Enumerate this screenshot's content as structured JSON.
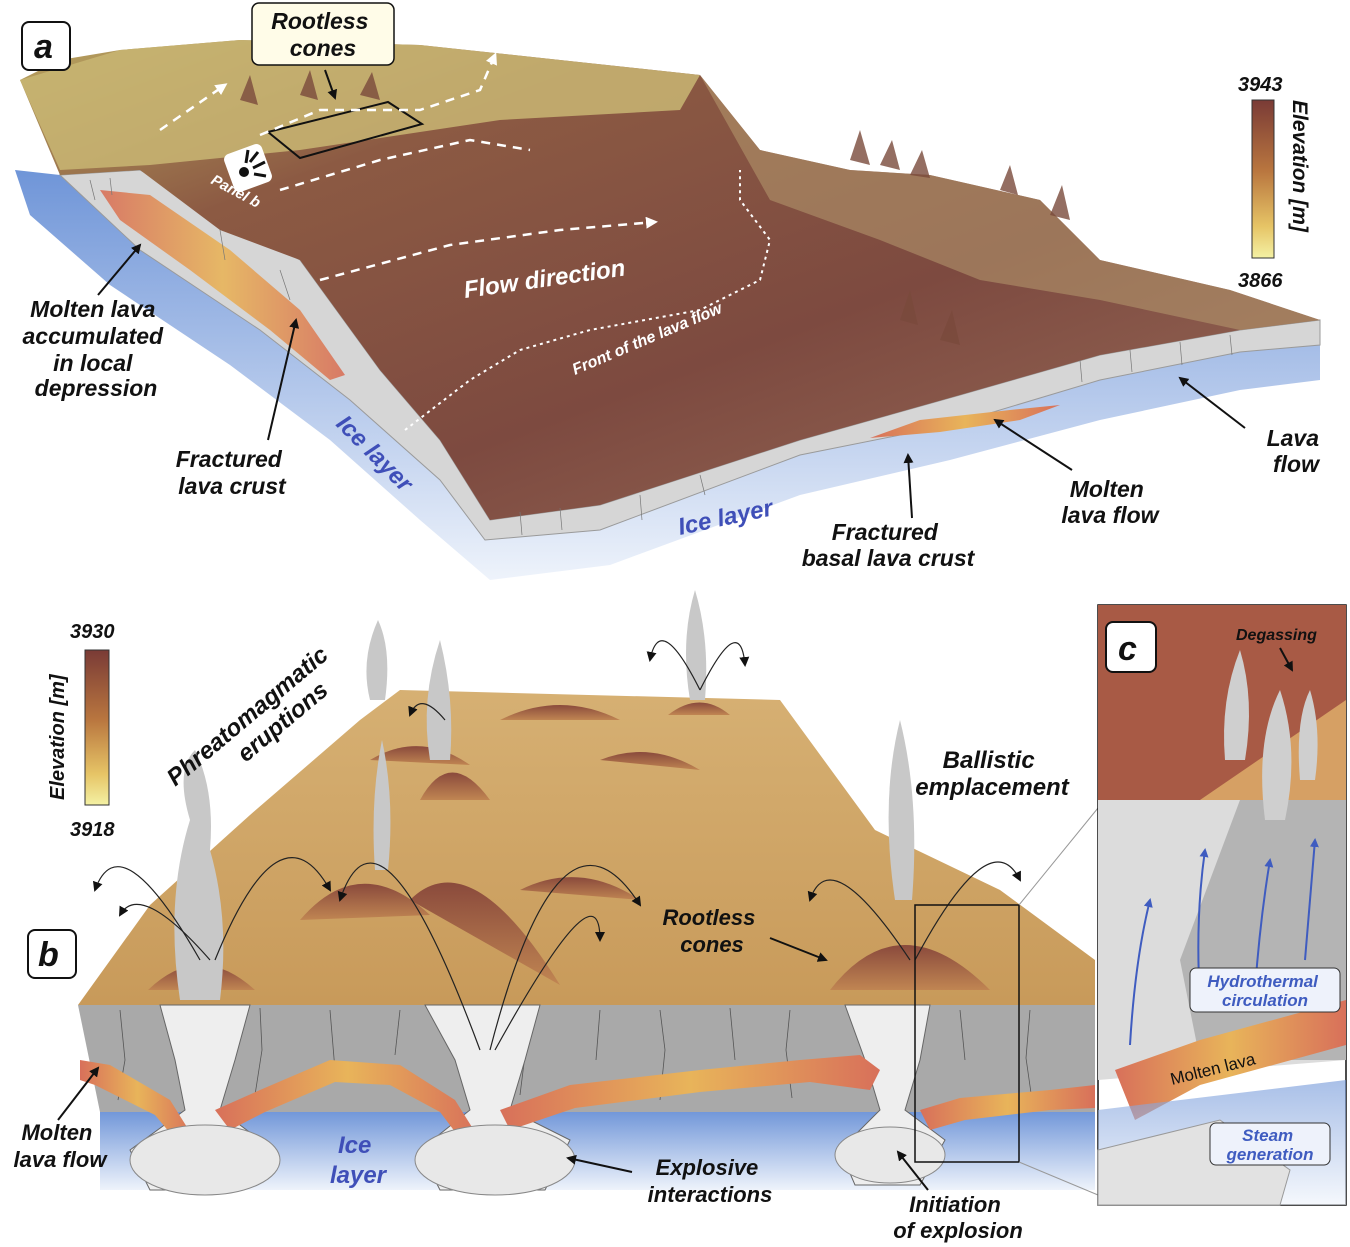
{
  "panels": {
    "a": {
      "letter": "a",
      "labels": {
        "rootless_cones": [
          "Rootless",
          "cones"
        ],
        "panel_b": "Panel b",
        "flow_direction": "Flow direction",
        "front": "Front of the lava flow",
        "molten_accumulated": [
          "Molten lava",
          "accumulated",
          "in local",
          "depression"
        ],
        "fractured_crust": [
          "Fractured",
          "lava crust"
        ],
        "ice_layer_1": "Ice layer",
        "ice_layer_2": "Ice layer",
        "fractured_basal": [
          "Fractured",
          "basal lava crust"
        ],
        "molten_flow": [
          "Molten",
          "lava flow"
        ],
        "lava_flow": [
          "Lava",
          "flow"
        ]
      },
      "colorbar": {
        "max": "3943",
        "min": "3866",
        "title": "Elevation [m]"
      }
    },
    "b": {
      "letter": "b",
      "labels": {
        "phreato": [
          "Phreatomagmatic",
          "eruptions"
        ],
        "ballistic": [
          "Ballistic",
          "emplacement"
        ],
        "rootless_cones": [
          "Rootless",
          "cones"
        ],
        "molten_flow": [
          "Molten",
          "lava flow"
        ],
        "ice_layer": [
          "Ice",
          "layer"
        ],
        "explosive": [
          "Explosive",
          "interactions"
        ],
        "initiation": [
          "Initiation",
          "of explosion"
        ]
      },
      "colorbar": {
        "max": "3930",
        "min": "3918",
        "title": "Elevation [m]"
      }
    },
    "c": {
      "letter": "c",
      "labels": {
        "degassing": "Degassing",
        "hydrothermal": [
          "Hydrothermal",
          "circulation"
        ],
        "molten_lava": "Molten lava",
        "steam": [
          "Steam",
          "generation"
        ]
      }
    }
  },
  "colors": {
    "terrain_high": "#7a3b36",
    "terrain_low": "#f1ef9a",
    "ice": "#7fa3dd",
    "crust": "#d4d4d4",
    "molten": "#d9745a"
  }
}
